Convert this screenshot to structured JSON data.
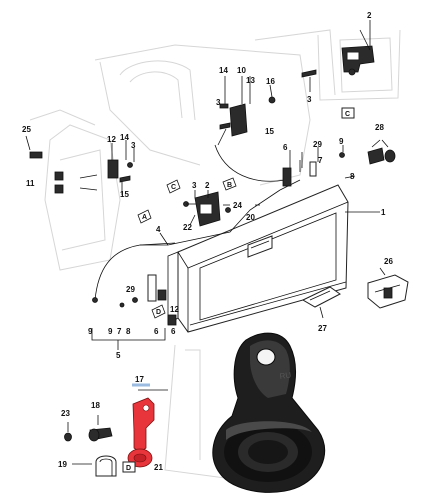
{
  "callouts": {
    "c1": "1",
    "c2": "2",
    "c3": "3",
    "c3b": "3",
    "c4": "4",
    "c5": "5",
    "c6": "6",
    "c6b": "6",
    "c6c": "6",
    "c7": "7",
    "c7b": "7",
    "c8": "8",
    "c8b": "8",
    "c9": "9",
    "c9b": "9",
    "c9c": "9",
    "c10": "10",
    "c11": "11",
    "c12": "12",
    "c13": "13",
    "c14": "14",
    "c14b": "14",
    "c15": "15",
    "c15b": "15",
    "c16": "16",
    "c17": "17",
    "c18": "18",
    "c19": "19",
    "c20": "20",
    "c21": "21",
    "c22": "22",
    "c23": "23",
    "c24": "24",
    "c25": "25",
    "c26": "26",
    "c27": "27",
    "c28": "28",
    "c29": "29",
    "c29b": "29"
  },
  "view_boxes": {
    "a": "A",
    "b": "B",
    "c": "C",
    "c2": "C",
    "d": "D",
    "d2": "D"
  },
  "photo": {
    "embossed_text": "RU"
  },
  "colors": {
    "highlight": "#e8353b",
    "ink": "#111111",
    "ghost_body": "#d6d6d6",
    "part_dark": "#2b2b2b"
  }
}
